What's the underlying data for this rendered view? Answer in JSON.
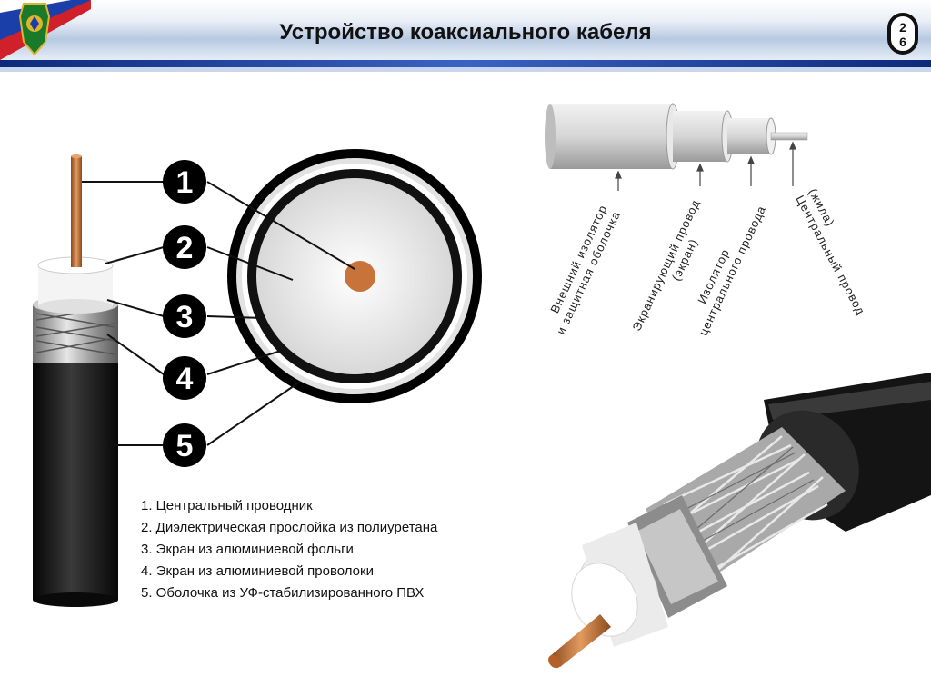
{
  "header": {
    "title": "Устройство коаксиального кабеля",
    "slide_number_line1": "2",
    "slide_number_line2": "6"
  },
  "callouts": [
    "1",
    "2",
    "3",
    "4",
    "5"
  ],
  "legend": [
    "1. Центральный проводник",
    "2. Диэлектрическая прослойка из полиуретана",
    "3. Экран из алюминиевой фольги",
    "4. Экран из алюминиевой проволоки",
    "5. Оболочка из УФ-стабилизированного ПВХ"
  ],
  "layer_labels": {
    "outer_l1": "Внешний изолятор",
    "outer_l2": "и защитная оболочка",
    "shield_l1": "Экранирующий провод",
    "shield_l2": "(экран)",
    "insulator_l1": "Изолятор",
    "insulator_l2": "центрального провода",
    "core_l1": "Центральный провод",
    "core_l2": "(жила)"
  },
  "colors": {
    "header_stripe": "#0d2a7a",
    "copper": "#c8733a",
    "jacket": "#1a1a1a"
  }
}
